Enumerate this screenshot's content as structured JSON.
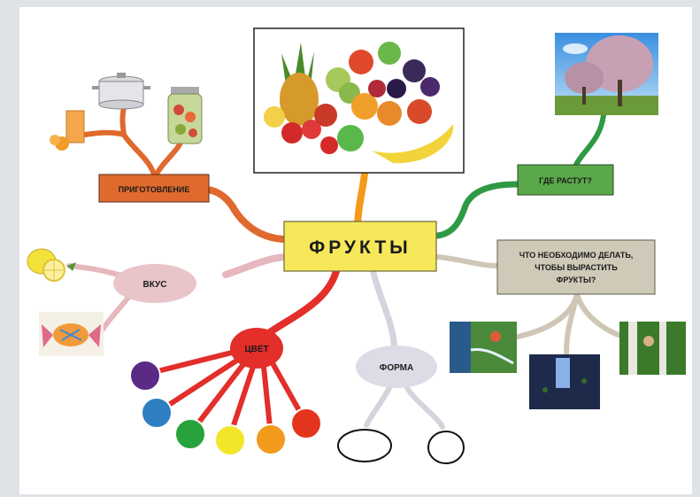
{
  "center": {
    "label": "ФРУКТЫ"
  },
  "branches": {
    "cooking": "ПРИГОТОВЛЕНИЕ",
    "where": "ГДЕ РАСТУТ?",
    "what_to_do": [
      "ЧТО НЕОБХОДИМО ДЕЛАТЬ,",
      "ЧТОБЫ ВЫРАСТИТЬ",
      "ФРУКТЫ?"
    ],
    "taste": "ВКУС",
    "color": "ЦВЕТ",
    "shape": "ФОРМА"
  },
  "colors": {
    "center_fill": "#f6e85a",
    "cooking_fill": "#e06a2e",
    "where_fill": "#5aa84a",
    "what_fill": "#cfc9b8",
    "taste_fill": "#e9c5c9",
    "color_fill": "#e32e2a",
    "shape_fill": "#dcdce6",
    "dots": [
      "#5a2a84",
      "#2f7fc2",
      "#28a23c",
      "#f3e62a",
      "#f29a1c",
      "#e5341e"
    ]
  },
  "icons": {
    "fruit_image": "fruit-pile-photo",
    "orchard_image": "blossoming-orchard-photo",
    "juice": "juice-glass-icon",
    "pot": "cooking-pot-icon",
    "jar": "preserve-jar-icon",
    "lemon": "lemon-icon",
    "candy": "candy-icon"
  }
}
